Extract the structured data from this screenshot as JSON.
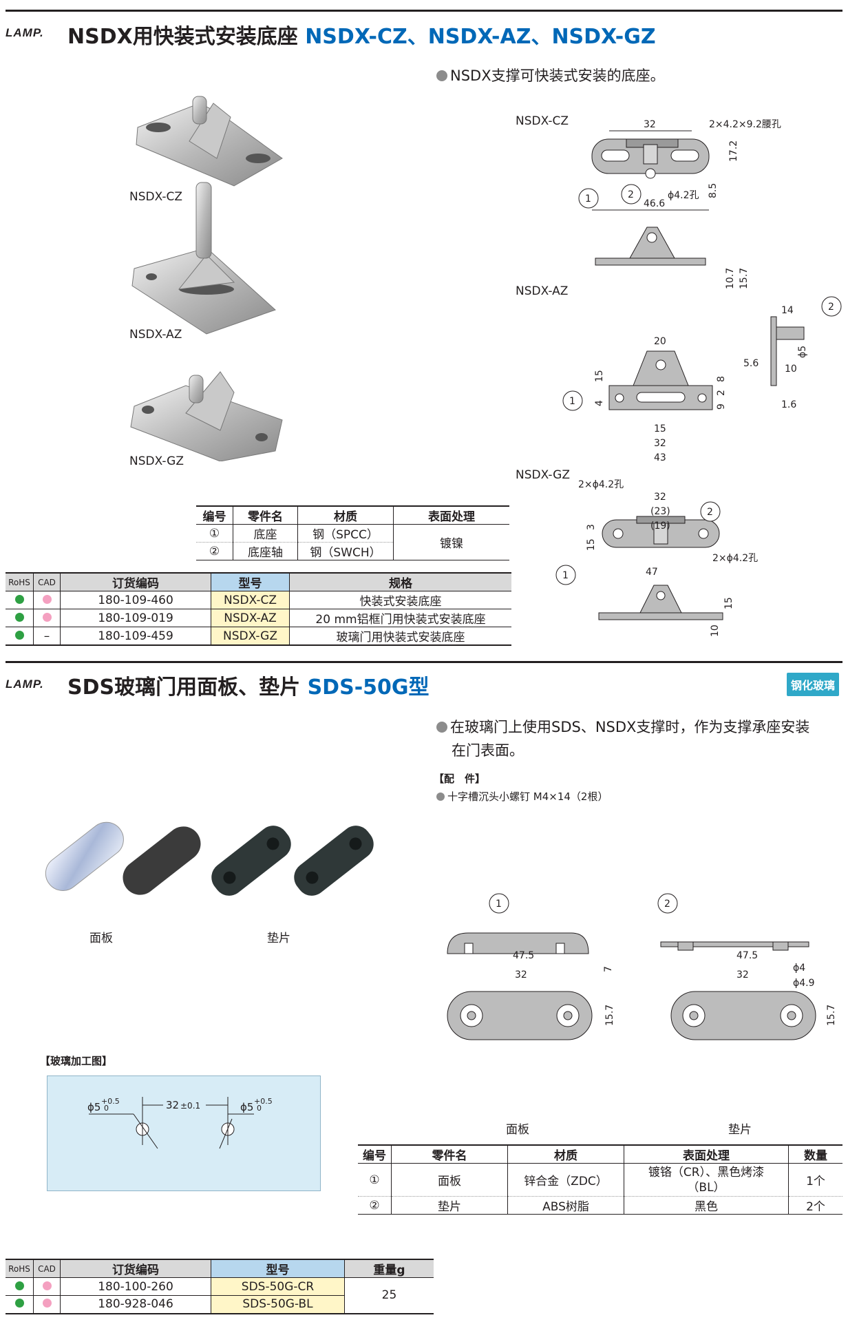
{
  "section1": {
    "brand": "LAMP.",
    "title_cn": "NSDX用快装式安装底座",
    "title_models": "NSDX-CZ、NSDX-AZ、NSDX-GZ",
    "bullet": "NSDX支撑可快装式安装的底座。",
    "photo_labels": [
      "NSDX-CZ",
      "NSDX-AZ",
      "NSDX-GZ"
    ],
    "drawing_labels": [
      "NSDX-CZ",
      "NSDX-AZ",
      "NSDX-GZ"
    ],
    "cz_dims": {
      "w32": "32",
      "slot": "2×4.2×9.2腰孔",
      "h17": "17.2",
      "h8": "8.5",
      "d42": "ϕ4.2孔",
      "w46": "46.6",
      "h107": "10.7",
      "h157": "15.7",
      "c1": "1",
      "c2": "2"
    },
    "az_dims": {
      "w20": "20",
      "h15": "15",
      "h8": "8",
      "h2": "2",
      "h4": "4",
      "h9": "9",
      "w15": "15",
      "w32": "32",
      "w43": "43",
      "holes": "2×ϕ4.2孔",
      "w14": "14",
      "d5": "ϕ5",
      "w10": "10",
      "h56": "5.6",
      "t16": "1.6",
      "c1": "1",
      "c2": "2"
    },
    "gz_dims": {
      "w32": "32",
      "w23": "(23)",
      "w19": "(19)",
      "h3": "3",
      "h15": "15",
      "holes": "2×ϕ4.2孔",
      "w47": "47",
      "h15b": "15",
      "h10": "10",
      "c1": "1",
      "c2": "2"
    },
    "parts_table": {
      "headers": [
        "编号",
        "零件名",
        "材质",
        "表面处理"
      ],
      "rows": [
        {
          "no": "①",
          "name": "底座",
          "material": "钢（SPCC）"
        },
        {
          "no": "②",
          "name": "底座轴",
          "material": "钢（SWCH）"
        }
      ],
      "finish": "镀镍"
    },
    "order_table": {
      "headers": [
        "RoHS",
        "CAD",
        "订货编码",
        "型号",
        "规格"
      ],
      "rows": [
        {
          "cad": "●",
          "code": "180-109-460",
          "model": "NSDX-CZ",
          "spec": "快装式安装底座"
        },
        {
          "cad": "●",
          "code": "180-109-019",
          "model": "NSDX-AZ",
          "spec": "20 mm铝框门用快装式安装底座"
        },
        {
          "cad": "–",
          "code": "180-109-459",
          "model": "NSDX-GZ",
          "spec": "玻璃门用快装式安装底座"
        }
      ]
    }
  },
  "section2": {
    "brand": "LAMP.",
    "title_cn": "SDS玻璃门用面板、垫片",
    "title_model": "SDS-50G型",
    "badge": "钢化玻璃",
    "bullet_line1": "在玻璃门上使用SDS、NSDX支撑时，作为支撑承座安装",
    "bullet_line2": "在门表面。",
    "accessory_head": "【配　件】",
    "accessory": "十字槽沉头小螺钉 M4×14（2根）",
    "photo_labels": [
      "面板",
      "垫片"
    ],
    "glass_head": "【玻璃加工图】",
    "glass": {
      "d5": "ϕ5",
      "tol_up": "+0.5",
      "tol_dn": "0",
      "pitch": "32",
      "pitch_tol": "±0.1"
    },
    "panel_dims": {
      "h7": "7",
      "w475": "47.5",
      "w32": "32",
      "h157": "15.7",
      "c1": "1"
    },
    "spacer_dims": {
      "d4": "ϕ4",
      "d49": "ϕ4.9",
      "w475": "47.5",
      "w32": "32",
      "h157": "15.7",
      "c2": "2"
    },
    "drawing_labels": [
      "面板",
      "垫片"
    ],
    "parts_table": {
      "headers": [
        "编号",
        "零件名",
        "材质",
        "表面处理",
        "数量"
      ],
      "rows": [
        {
          "no": "①",
          "name": "面板",
          "material": "锌合金（ZDC）",
          "finish1": "镀铬（CR）、黑色烤漆",
          "finish2": "（BL）",
          "qty": "1个"
        },
        {
          "no": "②",
          "name": "垫片",
          "material": "ABS树脂",
          "finish1": "黑色",
          "finish2": "",
          "qty": "2个"
        }
      ]
    },
    "order_table": {
      "headers": [
        "RoHS",
        "CAD",
        "订货编码",
        "型号",
        "重量g"
      ],
      "rows": [
        {
          "code": "180-100-260",
          "model": "SDS-50G-CR"
        },
        {
          "code": "180-928-046",
          "model": "SDS-50G-BL"
        }
      ],
      "weight": "25"
    }
  }
}
